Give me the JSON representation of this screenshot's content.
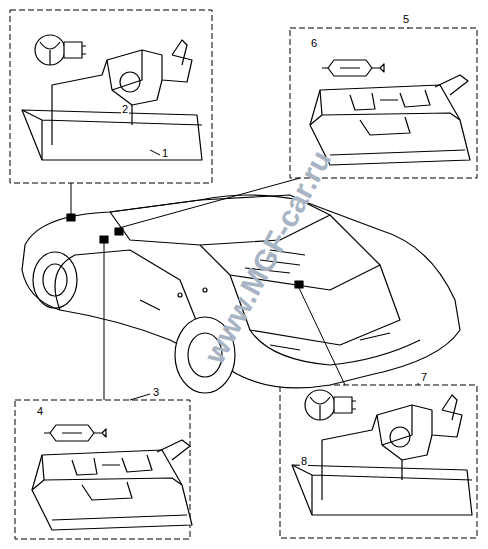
{
  "diagram": {
    "labels": [
      "1",
      "2",
      "5",
      "6",
      "3",
      "4",
      "7",
      "8",
      "www.MGF-car.ru"
    ]
  }
}
